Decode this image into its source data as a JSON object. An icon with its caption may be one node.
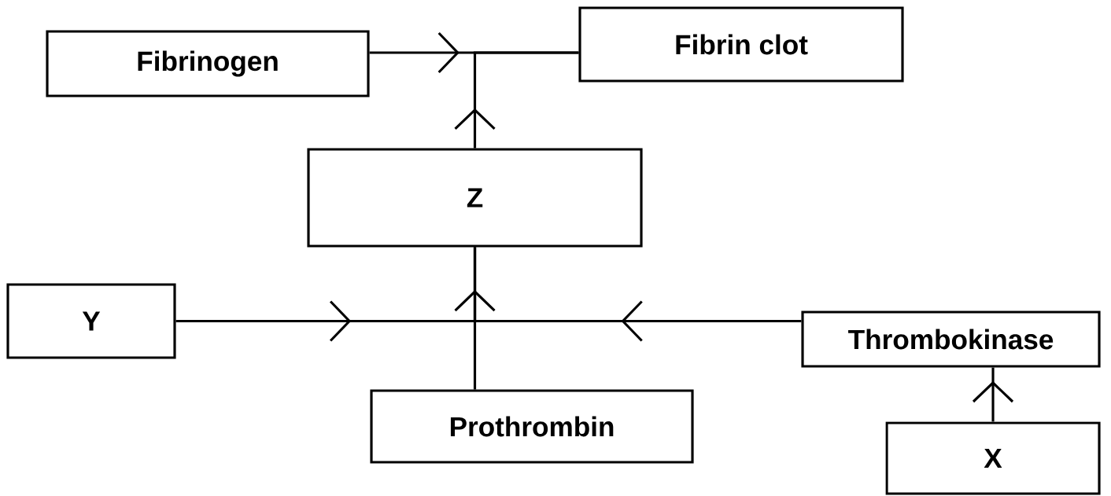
{
  "diagram": {
    "nodes": [
      {
        "text": [
          "Fibrinogen"
        ]
      },
      {
        "text": [
          "Fibrin clot"
        ]
      },
      {
        "text": [
          "Z"
        ]
      },
      {
        "text": [
          "Y"
        ]
      },
      {
        "text": [
          "Thrombokinase"
        ]
      },
      {
        "text": [
          "Prothrombin"
        ]
      },
      {
        "text": [
          "X"
        ]
      }
    ],
    "edges": [
      {
        "from": 0,
        "to": 1,
        "arrow": "to"
      },
      {
        "from": 2,
        "to": 1,
        "arrow": "to"
      },
      {
        "from": 3,
        "to": 2,
        "arrow": "to"
      },
      {
        "from": 4,
        "to": 2,
        "arrow": "to"
      },
      {
        "from": 5,
        "to": 2,
        "arrow": "to"
      },
      {
        "from": 6,
        "to": 4,
        "arrow": "to"
      }
    ]
  }
}
